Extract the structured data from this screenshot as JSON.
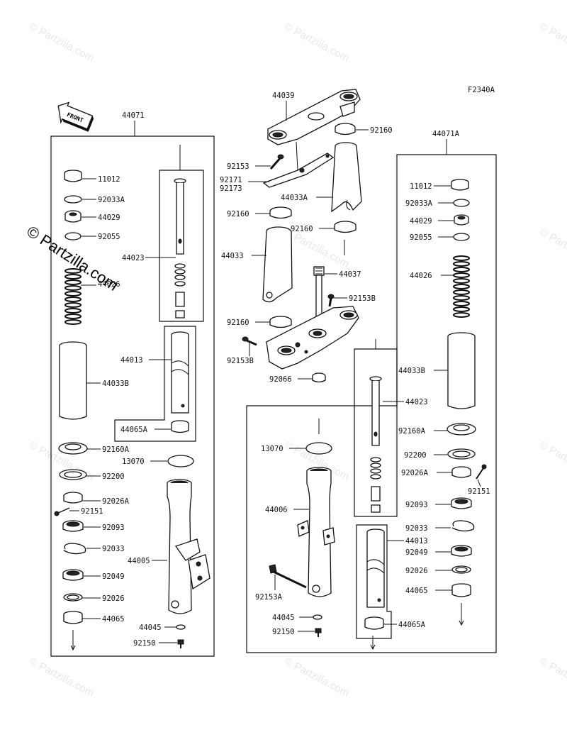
{
  "figure_code": "F2340A",
  "front_arrow_text": "FRONT",
  "watermark": {
    "text": "© Partzilla.com",
    "overlay_text": "© Partzilla.com"
  },
  "labels": {
    "L44071": "44071",
    "L11012": "11012",
    "L92033A": "92033A",
    "L44029": "44029",
    "L92055": "92055",
    "L44023": "44023",
    "L44026": "44026",
    "L44013": "44013",
    "L44033B": "44033B",
    "L44065A": "44065A",
    "L92160A": "92160A",
    "L13070": "13070",
    "L92200": "92200",
    "L92026A": "92026A",
    "L92151": "92151",
    "L92093": "92093",
    "L92033": "92033",
    "L44005": "44005",
    "L92049": "92049",
    "L92026": "92026",
    "L44065": "44065",
    "L44045": "44045",
    "L92150": "92150",
    "C44039": "44039",
    "C92160a": "92160",
    "C92153": "92153",
    "C92171": "92171",
    "C92173": "92173",
    "C44033A": "44033A",
    "C92160b": "92160",
    "C92160c": "92160",
    "C44033": "44033",
    "C44037": "44037",
    "C92153B_r": "92153B",
    "C92160d": "92160",
    "C92153B_l": "92153B",
    "C92066": "92066",
    "R44071A": "44071A",
    "R11012": "11012",
    "R92033A": "92033A",
    "R44029": "44029",
    "R92055": "92055",
    "R44026": "44026",
    "R44033B": "44033B",
    "R44023": "44023",
    "R92160A": "92160A",
    "R92200": "92200",
    "R92026A": "92026A",
    "R92151": "92151",
    "R92093": "92093",
    "R92033": "92033",
    "R44013": "44013",
    "R92049": "92049",
    "R92026": "92026",
    "R44065": "44065",
    "R44065A": "44065A",
    "R13070": "13070",
    "R44006": "44006",
    "R92153A": "92153A",
    "R44045": "44045",
    "R92150": "92150"
  }
}
